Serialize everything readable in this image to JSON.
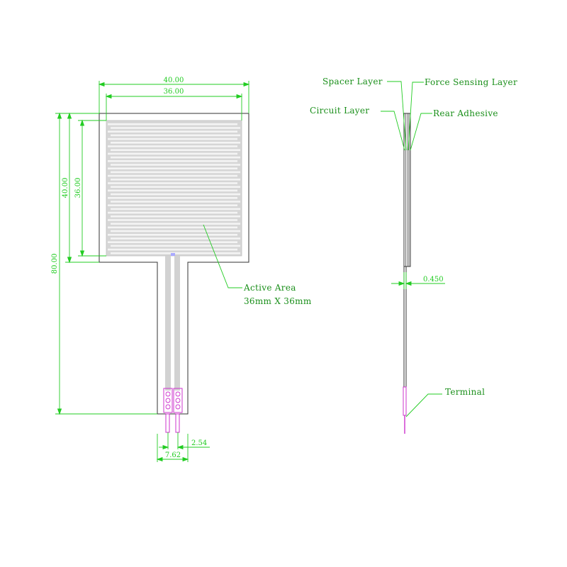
{
  "colors": {
    "outline": "#333333",
    "dimension": "#22cc22",
    "label": "#1a8f1a",
    "trace": "#c4c4c4",
    "terminal": "#cc33cc",
    "background": "#ffffff"
  },
  "front_view": {
    "dims": {
      "width_outer": "40.00",
      "width_active": "36.00",
      "height_outer": "40.00",
      "height_active": "36.00",
      "length_total": "80.00",
      "pin_spacing": "2.54",
      "terminal_width": "7.62"
    },
    "active_area": {
      "label": "Active Area",
      "size": "36mm X 36mm"
    }
  },
  "side_view": {
    "labels": {
      "spacer_layer": "Spacer Layer",
      "force_sensing_layer": "Force Sensing Layer",
      "circuit_layer": "Circuit Layer",
      "rear_adhesive": "Rear Adhesive",
      "terminal": "Terminal"
    },
    "dims": {
      "thickness": "0.450"
    }
  }
}
